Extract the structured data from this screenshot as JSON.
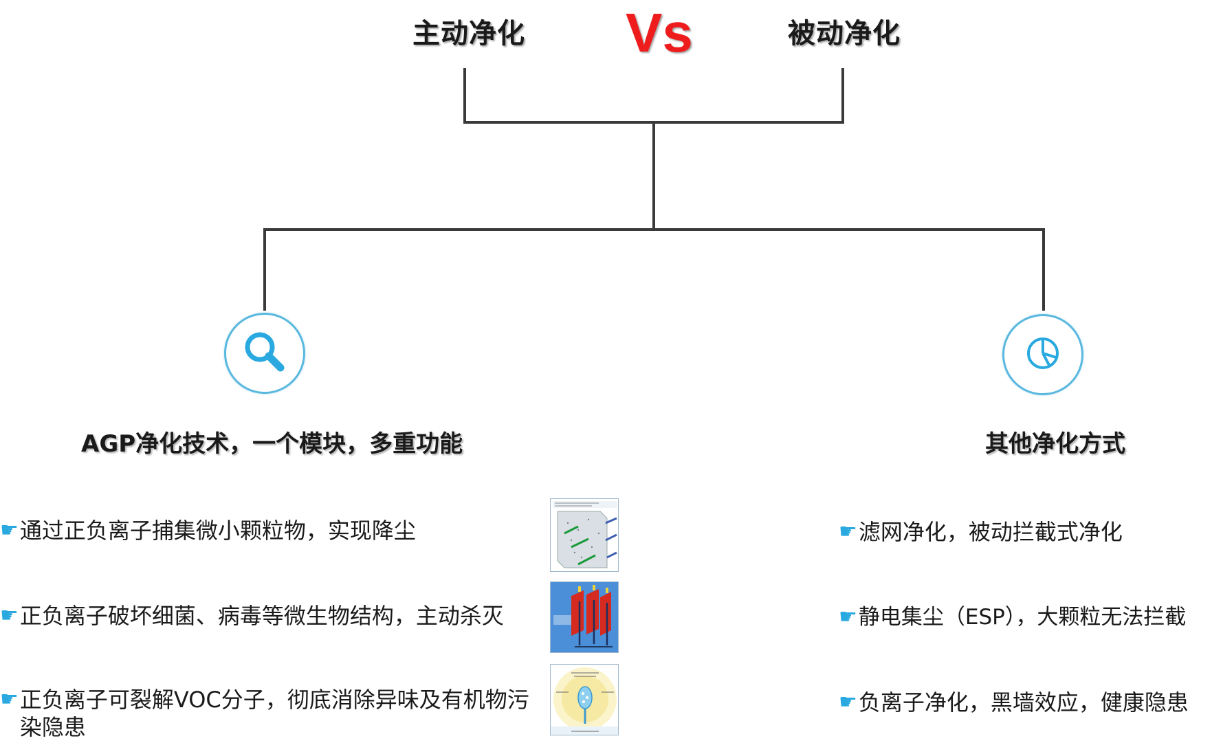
{
  "header": {
    "left_title": "主动净化",
    "vs_label": "Vs",
    "right_title": "被动净化"
  },
  "left": {
    "icon": "search-icon",
    "subtitle": "AGP净化技术，一个模块，多重功能",
    "items": [
      "通过正负离子捕集微小颗粒物，实现降尘",
      "正负离子破坏细菌、病毒等微生物结构，主动杀灭",
      "正负离子可裂解VOC分子，彻底消除异味及有机物污染隐患"
    ]
  },
  "right": {
    "icon": "pie-chart-icon",
    "subtitle": "其他净化方式",
    "items": [
      "滤网净化，被动拦截式净化",
      "静电集尘（ESP），大颗粒无法拦截",
      "负离子净化，黑墙效应，健康隐患"
    ]
  },
  "bullet_icon": "pointing-hand-icon",
  "colors": {
    "accent": "#29a9e0",
    "vs_red": "#ee1c1c",
    "line": "#3a3a3a",
    "circle_border": "#5ab8df"
  }
}
